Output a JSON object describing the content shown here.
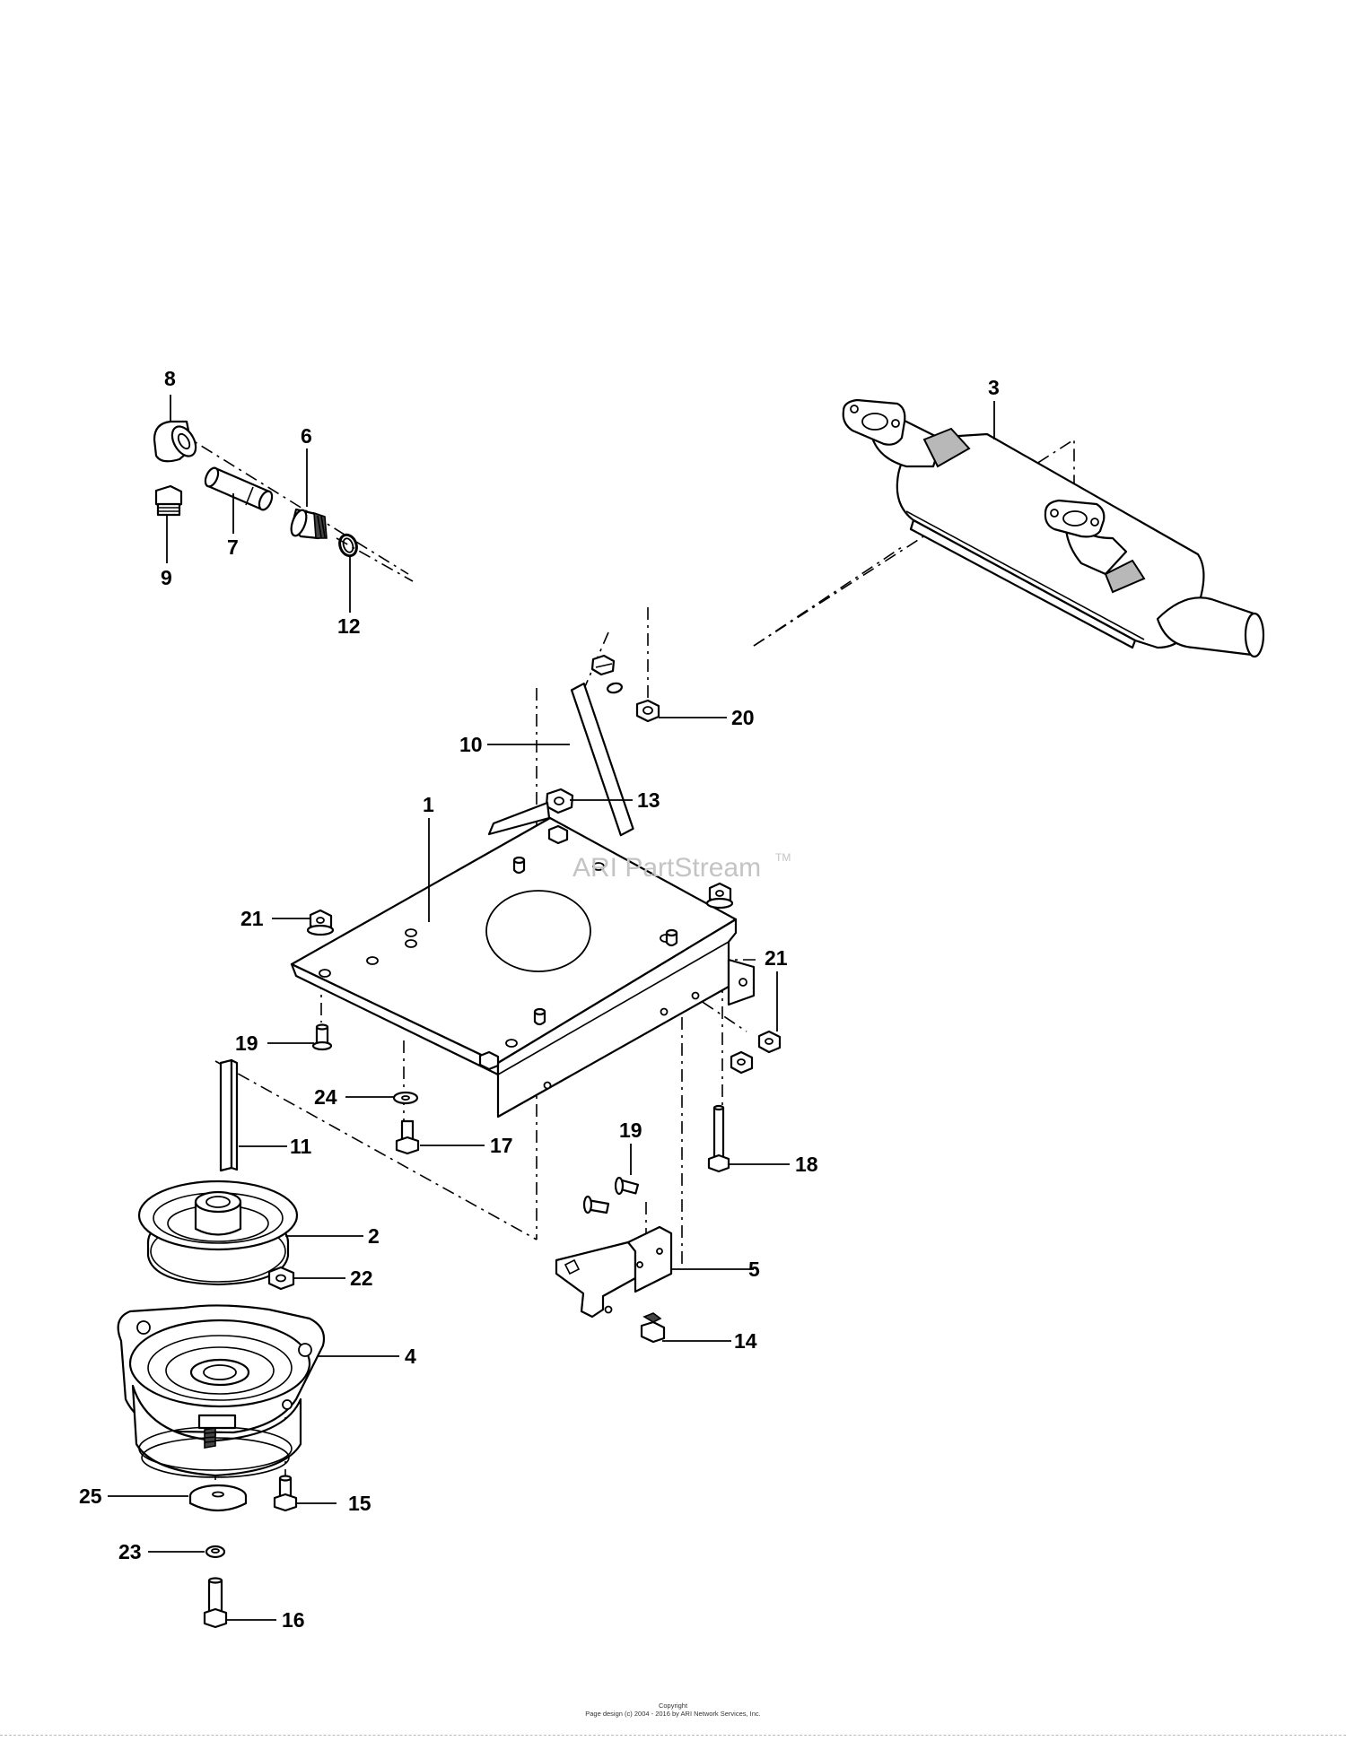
{
  "watermark": {
    "text": "ARI PartStream",
    "trademark": "TM"
  },
  "footer": {
    "copyright_label": "Copyright",
    "copyright_line": "Page design (c) 2004 - 2016 by ARI Network Services, Inc."
  },
  "callouts": {
    "c1": "1",
    "c2": "2",
    "c3": "3",
    "c4": "4",
    "c5": "5",
    "c6": "6",
    "c7": "7",
    "c8": "8",
    "c9": "9",
    "c10": "10",
    "c11": "11",
    "c12": "12",
    "c13": "13",
    "c14": "14",
    "c15": "15",
    "c16": "16",
    "c17": "17",
    "c18": "18",
    "c19a": "19",
    "c19b": "19",
    "c20": "20",
    "c21a": "21",
    "c21b": "21",
    "c22": "22",
    "c23": "23",
    "c24": "24",
    "c25": "25"
  }
}
